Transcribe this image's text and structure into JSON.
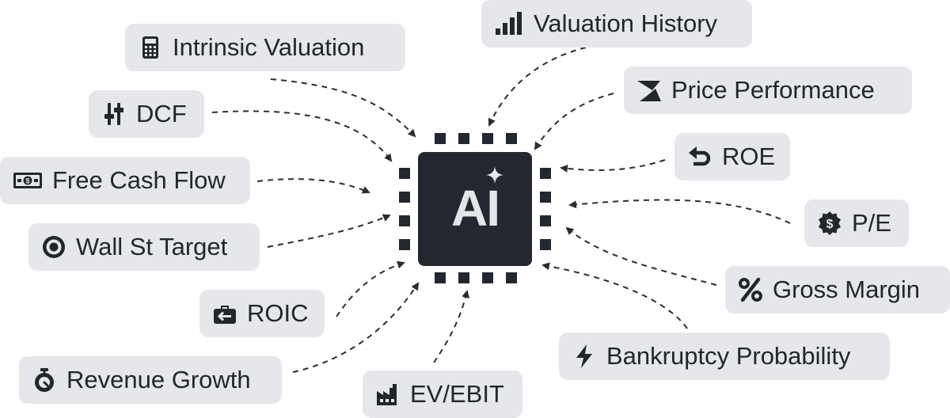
{
  "center": {
    "label": "AI"
  },
  "nodes": [
    {
      "id": "intrinsic-valuation",
      "label": "Intrinsic Valuation",
      "icon": "calculator-icon"
    },
    {
      "id": "dcf",
      "label": "DCF",
      "icon": "sliders-icon"
    },
    {
      "id": "free-cash-flow",
      "label": "Free Cash Flow",
      "icon": "money-bill-icon"
    },
    {
      "id": "wall-st-target",
      "label": "Wall St Target",
      "icon": "bullseye-icon"
    },
    {
      "id": "roic",
      "label": "ROIC",
      "icon": "briefcase-arrow-icon"
    },
    {
      "id": "revenue-growth",
      "label": "Revenue Growth",
      "icon": "stopwatch-icon"
    },
    {
      "id": "ev-ebit",
      "label": "EV/EBIT",
      "icon": "factory-icon"
    },
    {
      "id": "valuation-history",
      "label": "Valuation History",
      "icon": "signal-bars-icon"
    },
    {
      "id": "price-performance",
      "label": "Price Performance",
      "icon": "triangle-down-icon"
    },
    {
      "id": "roe",
      "label": "ROE",
      "icon": "undo-arrow-icon"
    },
    {
      "id": "pe",
      "label": "P/E",
      "icon": "dollar-badge-icon"
    },
    {
      "id": "gross-margin",
      "label": "Gross Margin",
      "icon": "percent-icon"
    },
    {
      "id": "bankruptcy-probability",
      "label": "Bankruptcy Probability",
      "icon": "lightning-bolt-icon"
    }
  ],
  "colors": {
    "pill_bg": "#e5e7ea",
    "text": "#23262b",
    "chip": "#23272f",
    "chip_text": "#e4e6e9",
    "connector": "#2a2d33"
  }
}
